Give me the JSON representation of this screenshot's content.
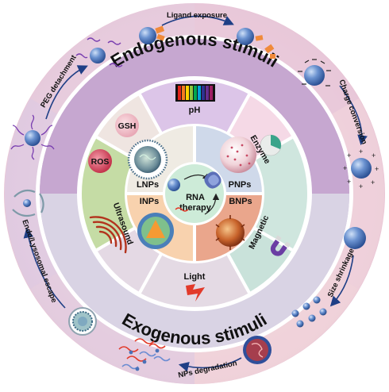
{
  "rings": {
    "endogenous_title": "Endogenous stimuli",
    "exogenous_title": "Exogenous stimuli"
  },
  "outer_processes": [
    {
      "id": "ligand",
      "label": "Ligand exposure"
    },
    {
      "id": "charge",
      "label": "Charge conversion"
    },
    {
      "id": "size",
      "label": "Size shrinkage"
    },
    {
      "id": "degradation",
      "label": "NPs degradation"
    },
    {
      "id": "escape",
      "label": "Endo/Lysosomal escape"
    },
    {
      "id": "peg",
      "label": "PEG detachment"
    }
  ],
  "stimuli": {
    "ph": "pH",
    "gsh": "GSH",
    "ros": "ROS",
    "enzyme": "Enzyme",
    "ultrasound": "Ultrasound",
    "light": "Light",
    "magnetic": "Magnetic"
  },
  "nanoparticles": {
    "lnps": "LNPs",
    "pnps": "PNPs",
    "inps": "INPs",
    "bnps": "BNPs"
  },
  "center": {
    "line1": "RNA",
    "line2": "therapy"
  },
  "colors": {
    "endogenous_ring": "#c9a9cf",
    "exogenous_ring": "#d6d2e2",
    "ring_white": "#ffffff",
    "ph_cell": "#dcc6e8",
    "enzyme_cell": "#f2dbe8",
    "gsh_ros_cell": "#efe6e2",
    "ultrasound_cell": "#c7dba7",
    "light_cell": "#e3d8e3",
    "magnetic_cell": "#c9e2da",
    "lnps_cell": "#eeeae2",
    "pnps_cell": "#cfd9ea",
    "inps_cell": "#f8d1ac",
    "bnps_cell": "#e9a48a",
    "center_circle": "#ccebd7",
    "particle_blue": "#4a72b8",
    "accent_orange": "#f08a3a",
    "red": "#e23a2a"
  }
}
